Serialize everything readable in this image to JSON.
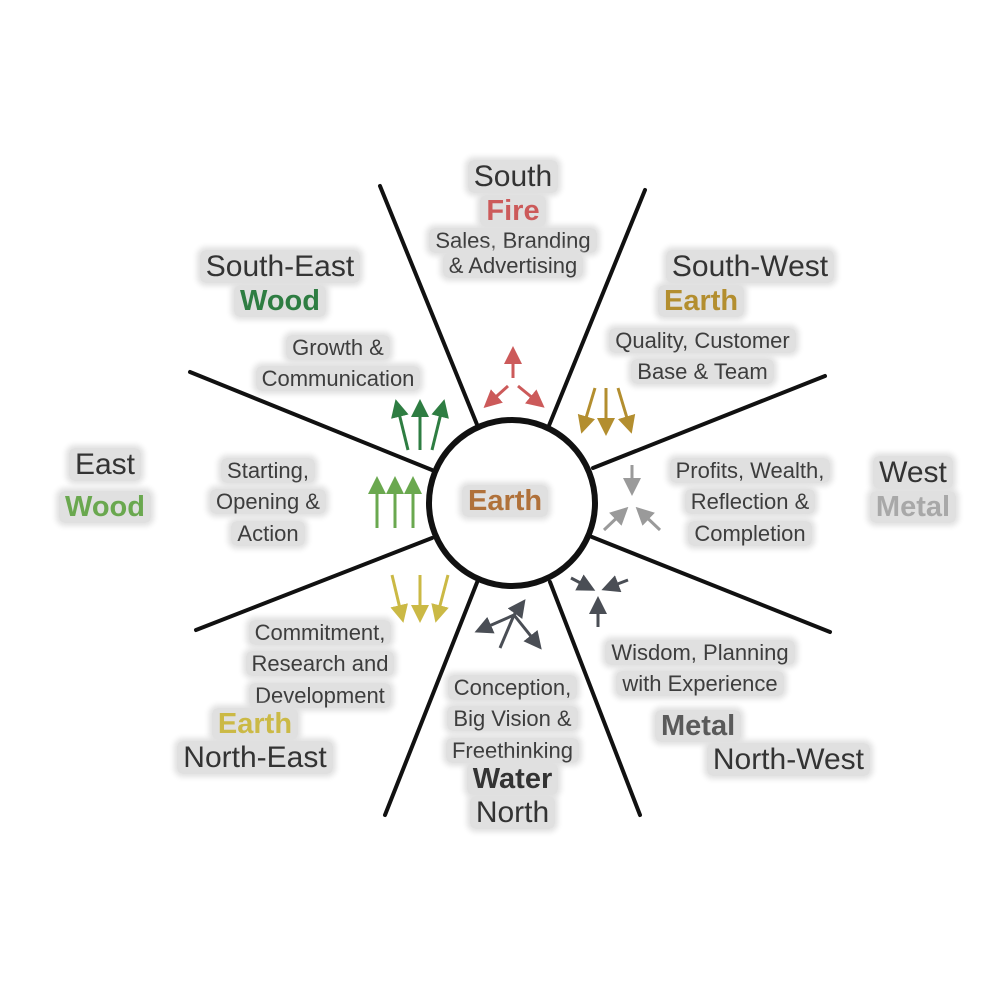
{
  "center": {
    "label": "Earth",
    "color": "#b0713a"
  },
  "south": {
    "direction": "South",
    "element": "Fire",
    "color": "#cc5a5a",
    "description": [
      "Sales, Branding",
      "& Advertising"
    ]
  },
  "south_east": {
    "direction": "South-East",
    "element": "Wood",
    "color": "#2e7d42",
    "description": [
      "Growth &",
      "Communication"
    ]
  },
  "south_west": {
    "direction": "South-West",
    "element": "Earth",
    "color": "#b38e2f",
    "description": [
      "Quality, Customer",
      "Base & Team"
    ]
  },
  "east": {
    "direction": "East",
    "element": "Wood",
    "color": "#6aa84f",
    "description": [
      "Starting,",
      "Opening &",
      "Action"
    ]
  },
  "west": {
    "direction": "West",
    "element": "Metal",
    "color": "#a8a8a8",
    "description": [
      "Profits, Wealth,",
      "Reflection &",
      "Completion"
    ]
  },
  "north_east": {
    "direction": "North-East",
    "element": "Earth",
    "color": "#cbb945",
    "description": [
      "Commitment,",
      "Research and",
      "Development"
    ]
  },
  "north": {
    "direction": "North",
    "element": "Water",
    "color": "#333333",
    "description": [
      "Conception,",
      "Big Vision &",
      "Freethinking"
    ]
  },
  "north_west": {
    "direction": "North-West",
    "element": "Metal",
    "color": "#5a5a5a",
    "description": [
      "Wisdom, Planning",
      "with Experience"
    ]
  }
}
